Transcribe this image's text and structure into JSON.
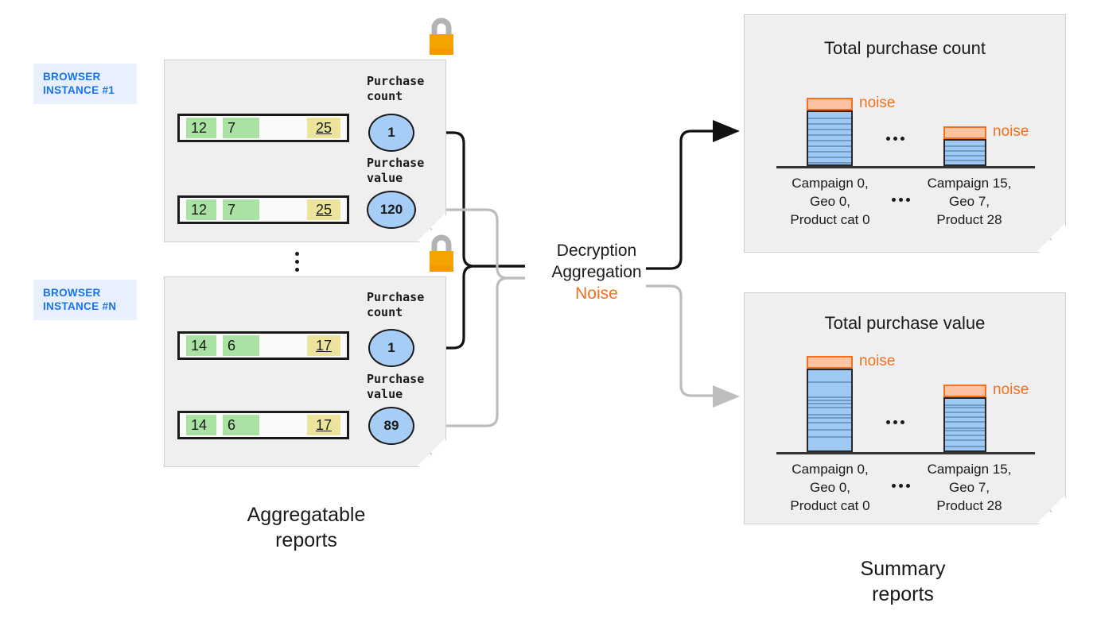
{
  "browser_instances": [
    {
      "badge_line1": "BROWSER",
      "badge_line2": "INSTANCE #1",
      "lock_icon": "padlock-icon",
      "rows": [
        {
          "c1": "12",
          "c2": "7",
          "c3": "25"
        },
        {
          "c1": "12",
          "c2": "7",
          "c3": "25"
        }
      ],
      "metrics": [
        {
          "label_line1": "Purchase",
          "label_line2": "count",
          "value": "1"
        },
        {
          "label_line1": "Purchase",
          "label_line2": "value",
          "value": "120"
        }
      ]
    },
    {
      "badge_line1": "BROWSER",
      "badge_line2": "INSTANCE #N",
      "lock_icon": "padlock-icon",
      "rows": [
        {
          "c1": "14",
          "c2": "6",
          "c3": "17"
        },
        {
          "c1": "14",
          "c2": "6",
          "c3": "17"
        }
      ],
      "metrics": [
        {
          "label_line1": "Purchase",
          "label_line2": "count",
          "value": "1"
        },
        {
          "label_line1": "Purchase",
          "label_line2": "value",
          "value": "89"
        }
      ]
    }
  ],
  "process": {
    "line1": "Decryption",
    "line2": "Aggregation",
    "line3": "Noise",
    "noise_color": "#f4701f"
  },
  "captions": {
    "left_line1": "Aggregatable",
    "left_line2": "reports",
    "right_line1": "Summary",
    "right_line2": "reports"
  },
  "chart_data": [
    {
      "type": "bar",
      "title": "Total purchase count",
      "categories": [
        "Campaign 0,\nGeo 0,\nProduct cat 0",
        "Campaign 15,\nGeo 7,\nProduct 28"
      ],
      "category_lines": [
        [
          "Campaign 0,",
          "Geo 0,",
          "Product cat 0"
        ],
        [
          "Campaign 15,",
          "Geo 7,",
          "Product 28"
        ]
      ],
      "values": [
        100,
        62
      ],
      "noise_values": [
        9,
        9
      ],
      "noise_label": "noise",
      "segment_counts": [
        9,
        5
      ],
      "ellipsis": "...",
      "xlabel": "",
      "ylabel": "",
      "ylim": [
        0,
        125
      ],
      "grid": false,
      "legend": "none"
    },
    {
      "type": "bar",
      "title": "Total purchase value",
      "categories": [
        "Campaign 0,\nGeo 0,\nProduct cat 0",
        "Campaign 15,\nGeo 7,\nProduct 28"
      ],
      "category_lines": [
        [
          "Campaign 0,",
          "Geo 0,",
          "Product cat 0"
        ],
        [
          "Campaign 15,",
          "Geo 7,",
          "Product 28"
        ]
      ],
      "values": [
        116,
        81
      ],
      "noise_values": [
        9,
        9
      ],
      "noise_label": "noise",
      "segment_offsets": [
        [
          0.13,
          0.31,
          0.35,
          0.39,
          0.44,
          0.52,
          0.56,
          0.62,
          0.7,
          0.79
        ],
        [
          0.1,
          0.14,
          0.23,
          0.32,
          0.41,
          0.52,
          0.56,
          0.65,
          0.74,
          0.86
        ]
      ],
      "ellipsis": "...",
      "xlabel": "",
      "ylabel": "",
      "ylim": [
        0,
        140
      ],
      "grid": false,
      "legend": "none"
    }
  ]
}
